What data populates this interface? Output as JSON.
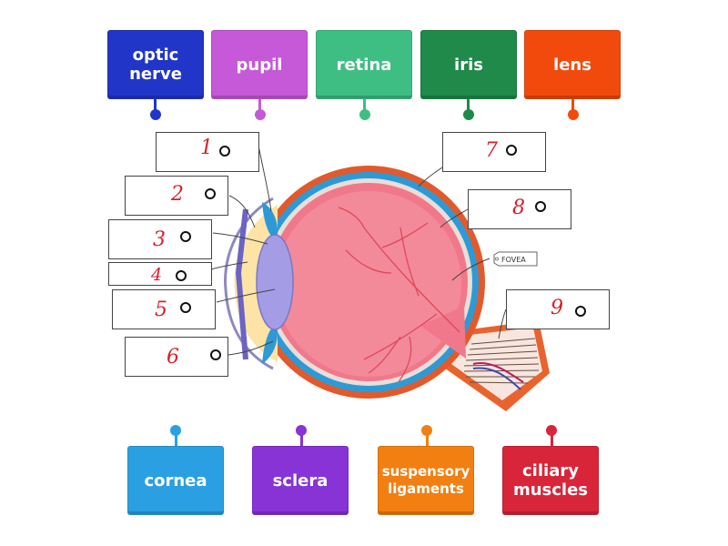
{
  "tiles": [
    {
      "label": "optic\nnerve",
      "color": "#2135c9"
    },
    {
      "label": "pupil",
      "color": "#c659d8"
    },
    {
      "label": "retina",
      "color": "#3fbe84"
    },
    {
      "label": "iris",
      "color": "#1f8a4a"
    },
    {
      "label": "lens",
      "color": "#f24a0c"
    },
    {
      "label": "cornea",
      "color": "#2aa0e2"
    },
    {
      "label": "sclera",
      "color": "#8733d6"
    },
    {
      "label": "suspensory\nligaments",
      "color": "#f27f12"
    },
    {
      "label": "ciliary\nmuscles",
      "color": "#d82539"
    }
  ],
  "targets": [
    "1",
    "2",
    "3",
    "4",
    "5",
    "6",
    "7",
    "8",
    "9"
  ],
  "diagram": {
    "fovea_label": "FOVEA"
  }
}
